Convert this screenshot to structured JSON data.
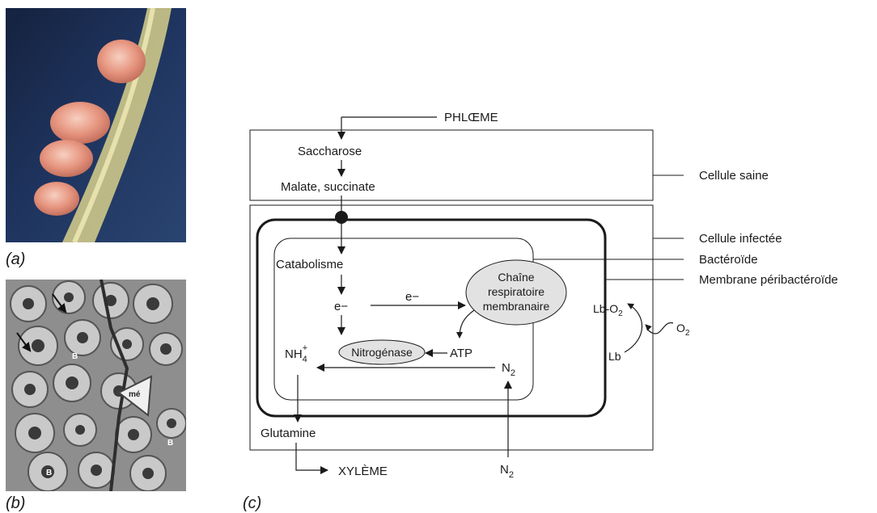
{
  "panels": {
    "a": "(a)",
    "b": "(b)",
    "c": "(c)"
  },
  "micrograph_labels": {
    "b1": "B",
    "b2": "B",
    "b3": "B",
    "me": "mé"
  },
  "diagram": {
    "phloem": "PHLŒME",
    "saccharose": "Saccharose",
    "malate": "Malate, succinate",
    "catabolisme": "Catabolisme",
    "electron1": "e−",
    "electron2": "e−",
    "chain_line1": "Chaîne",
    "chain_line2": "respiratoire",
    "chain_line3": "membranaire",
    "nitrogenase": "Nitrogénase",
    "atp": "ATP",
    "nh4_base": "NH",
    "nh4_sub": "4",
    "nh4_sup": "+",
    "n2_inner_base": "N",
    "n2_inner_sub": "2",
    "n2_bottom_base": "N",
    "n2_bottom_sub": "2",
    "glutamine": "Glutamine",
    "xyleme": "XYLÈME",
    "lbo2_base": "Lb-O",
    "lbo2_sub": "2",
    "lb": "Lb",
    "o2_base": "O",
    "o2_sub": "2"
  },
  "legend": {
    "cellule_saine": "Cellule saine",
    "cellule_infectee": "Cellule infectée",
    "bacteroide": "Bactéroïde",
    "membrane": "Membrane péribactéroïde"
  }
}
